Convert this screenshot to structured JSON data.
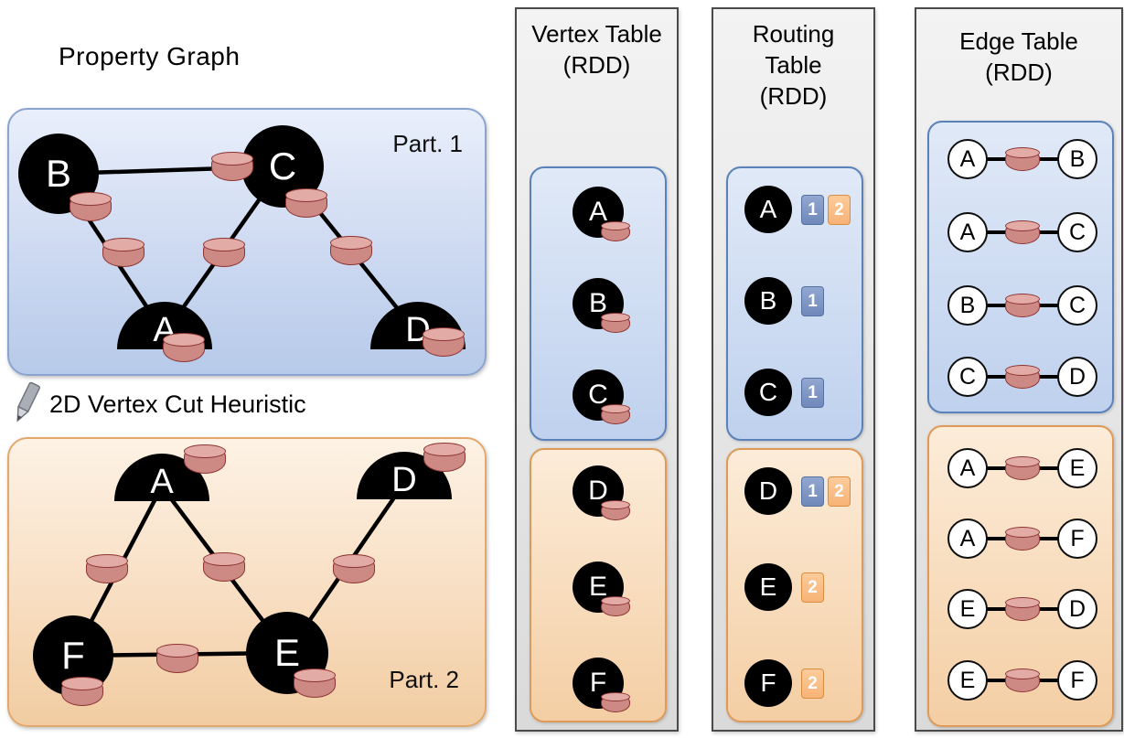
{
  "property_graph": {
    "title": "Property Graph",
    "cut_label": "2D Vertex Cut Heuristic",
    "partition1": {
      "label": "Part. 1",
      "vertices": [
        "B",
        "C",
        "A",
        "D"
      ],
      "edges": [
        [
          "B",
          "C"
        ],
        [
          "B",
          "A"
        ],
        [
          "A",
          "C"
        ],
        [
          "C",
          "D"
        ]
      ]
    },
    "partition2": {
      "label": "Part. 2",
      "vertices": [
        "A",
        "D",
        "F",
        "E"
      ],
      "edges": [
        [
          "A",
          "F"
        ],
        [
          "A",
          "E"
        ],
        [
          "F",
          "E"
        ],
        [
          "E",
          "D"
        ]
      ]
    }
  },
  "vertex_table": {
    "title_lines": [
      "Vertex Table",
      "(RDD)"
    ],
    "partition1_vertices": [
      "A",
      "B",
      "C"
    ],
    "partition2_vertices": [
      "D",
      "E",
      "F"
    ]
  },
  "routing_table": {
    "title_lines": [
      "Routing",
      "Table",
      "(RDD)"
    ],
    "partition1_entries": [
      {
        "vertex": "A",
        "badges": [
          "1",
          "2"
        ]
      },
      {
        "vertex": "B",
        "badges": [
          "1"
        ]
      },
      {
        "vertex": "C",
        "badges": [
          "1"
        ]
      }
    ],
    "partition2_entries": [
      {
        "vertex": "D",
        "badges": [
          "1",
          "2"
        ]
      },
      {
        "vertex": "E",
        "badges": [
          "2"
        ]
      },
      {
        "vertex": "F",
        "badges": [
          "2"
        ]
      }
    ]
  },
  "edge_table": {
    "title_lines": [
      "Edge Table",
      "(RDD)"
    ],
    "partition1_edges": [
      [
        "A",
        "B"
      ],
      [
        "A",
        "C"
      ],
      [
        "B",
        "C"
      ],
      [
        "C",
        "D"
      ]
    ],
    "partition2_edges": [
      [
        "A",
        "E"
      ],
      [
        "A",
        "F"
      ],
      [
        "E",
        "D"
      ],
      [
        "E",
        "F"
      ]
    ]
  },
  "colors": {
    "partition1_fill": "#cdd9f1",
    "partition1_border": "#5a82b8",
    "partition2_fill": "#f8dec2",
    "partition2_border": "#dd9a58",
    "cylinder_fill": "#cd8984",
    "cylinder_border": "#8e3432",
    "badge_partition1": "#7089ba",
    "badge_partition2": "#f7b377",
    "column_fill": "#e6e6e6",
    "vertex_fill": "#000000"
  }
}
